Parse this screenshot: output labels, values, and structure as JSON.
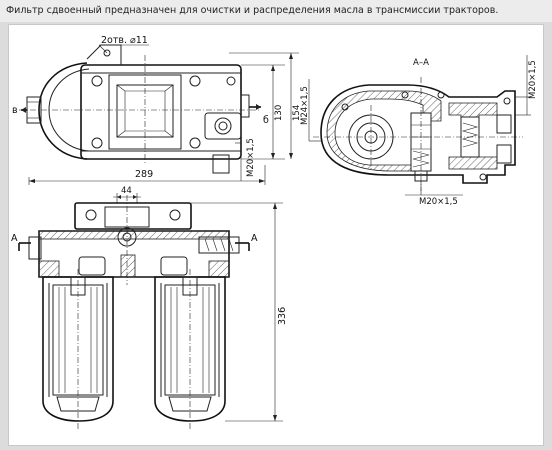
{
  "caption": "Фильтр сдвоенный предназначен для очистки и распределения масла в трансмиссии тракторов.",
  "labels": {
    "hole_callout": "2отв. ⌀11",
    "section_aa": "А–А",
    "arrow_v": "в",
    "arrow_b": "б",
    "dim_130": "130",
    "dim_154": "154",
    "dim_289": "289",
    "dim_336": "336",
    "dim_44": "44",
    "thread_m20_a": "M20×1,5",
    "thread_m20_b": "M20×1,5",
    "thread_m20_c": "M20×1,5",
    "thread_m24": "M24×1,5",
    "sec_a_left": "А",
    "sec_a_right": "А"
  }
}
